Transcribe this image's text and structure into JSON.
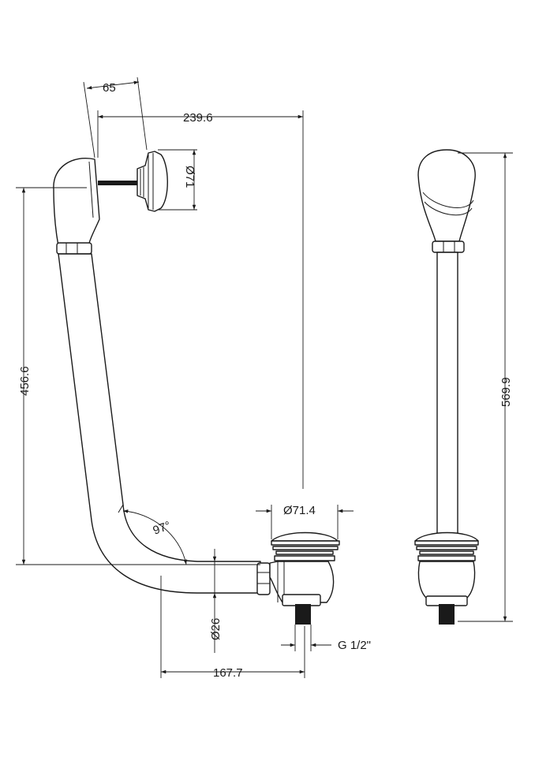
{
  "drawing": {
    "dimensions": {
      "d65": "65",
      "d239": "239.6",
      "d71": "Ø71",
      "d456": "456.6",
      "d97": "97°",
      "d714": "Ø71.4",
      "d26": "Ø26",
      "dg12": "G 1/2\"",
      "d167": "167.7",
      "d569": "569.9"
    },
    "colors": {
      "line": "#1a1a1a",
      "background": "#ffffff"
    }
  }
}
